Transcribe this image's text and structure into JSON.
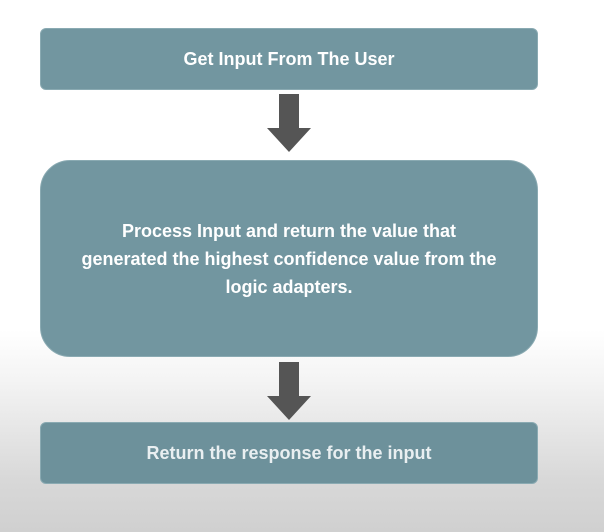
{
  "flowchart": {
    "steps": [
      {
        "label": "Get Input From The User"
      },
      {
        "label": "Process Input and return the value that generated the highest confidence value from the logic adapters."
      },
      {
        "label": "Return the response for the input"
      }
    ],
    "colors": {
      "box_fill": "#7296a0",
      "arrow_fill": "#555555",
      "text": "#ffffff"
    },
    "connector_icon": "down-arrow-icon"
  }
}
